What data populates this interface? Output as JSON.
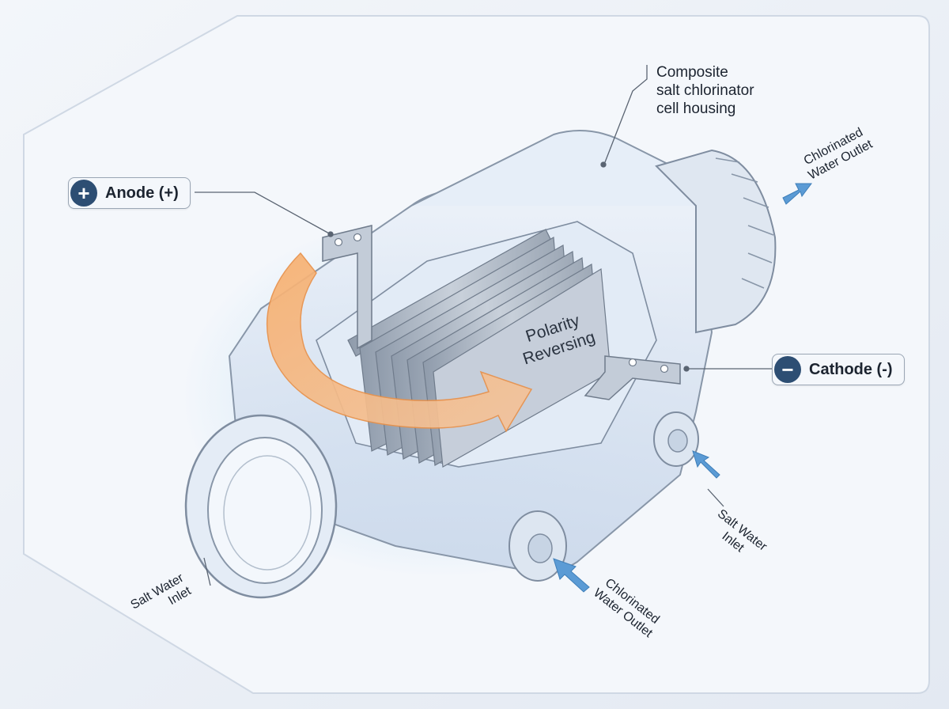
{
  "labels": {
    "housing": [
      "Composite",
      "salt chlorinator",
      "cell housing"
    ],
    "anode": {
      "sign": "+",
      "text": "Anode (+)"
    },
    "cathode": {
      "sign": "−",
      "text": "Cathode (-)"
    },
    "polarity": [
      "Polarity",
      "Reversing"
    ],
    "outlet_top": [
      "Chlorinated",
      "Water Outlet"
    ],
    "inlet_left": [
      "Salt Water",
      "Inlet"
    ],
    "inlet_right": [
      "Salt Water",
      "Inlet"
    ],
    "outlet_bottom": [
      "Chlorinated",
      "Water Outlet"
    ]
  },
  "colors": {
    "background": "#e9eef6",
    "housing": "#d8e4f2",
    "housing_stroke": "#8896a8",
    "plates": "#a9b4c2",
    "arrow": "#f0a060",
    "flow_arrow": "#5b9bd5",
    "badge": "#2d4e73"
  }
}
